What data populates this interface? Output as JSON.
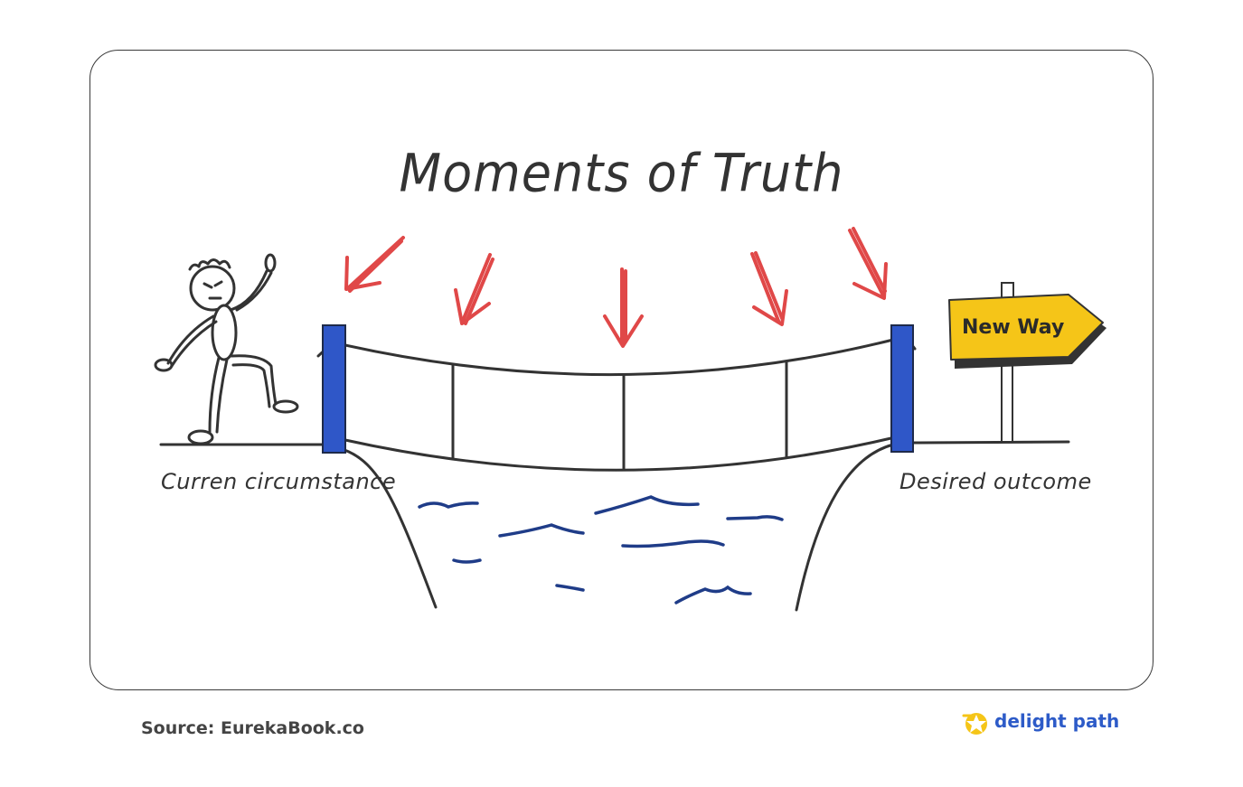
{
  "diagram": {
    "title": "Moments of Truth",
    "left_label": "Curren circumstance",
    "right_label": "Desired outcome",
    "sign_label": "New Way"
  },
  "footer": {
    "source": "Source: EurekaBook.co",
    "brand": "delight path"
  },
  "icons": {
    "brand_logo": "star-logo-icon",
    "arrows": "red-arrow-icon"
  },
  "colors": {
    "arrow": "#e04848",
    "post": "#2f57c8",
    "water": "#1f3c88",
    "sign": "#f5c518",
    "brand": "#2d5bc8",
    "brand_star": "#f5c518"
  }
}
